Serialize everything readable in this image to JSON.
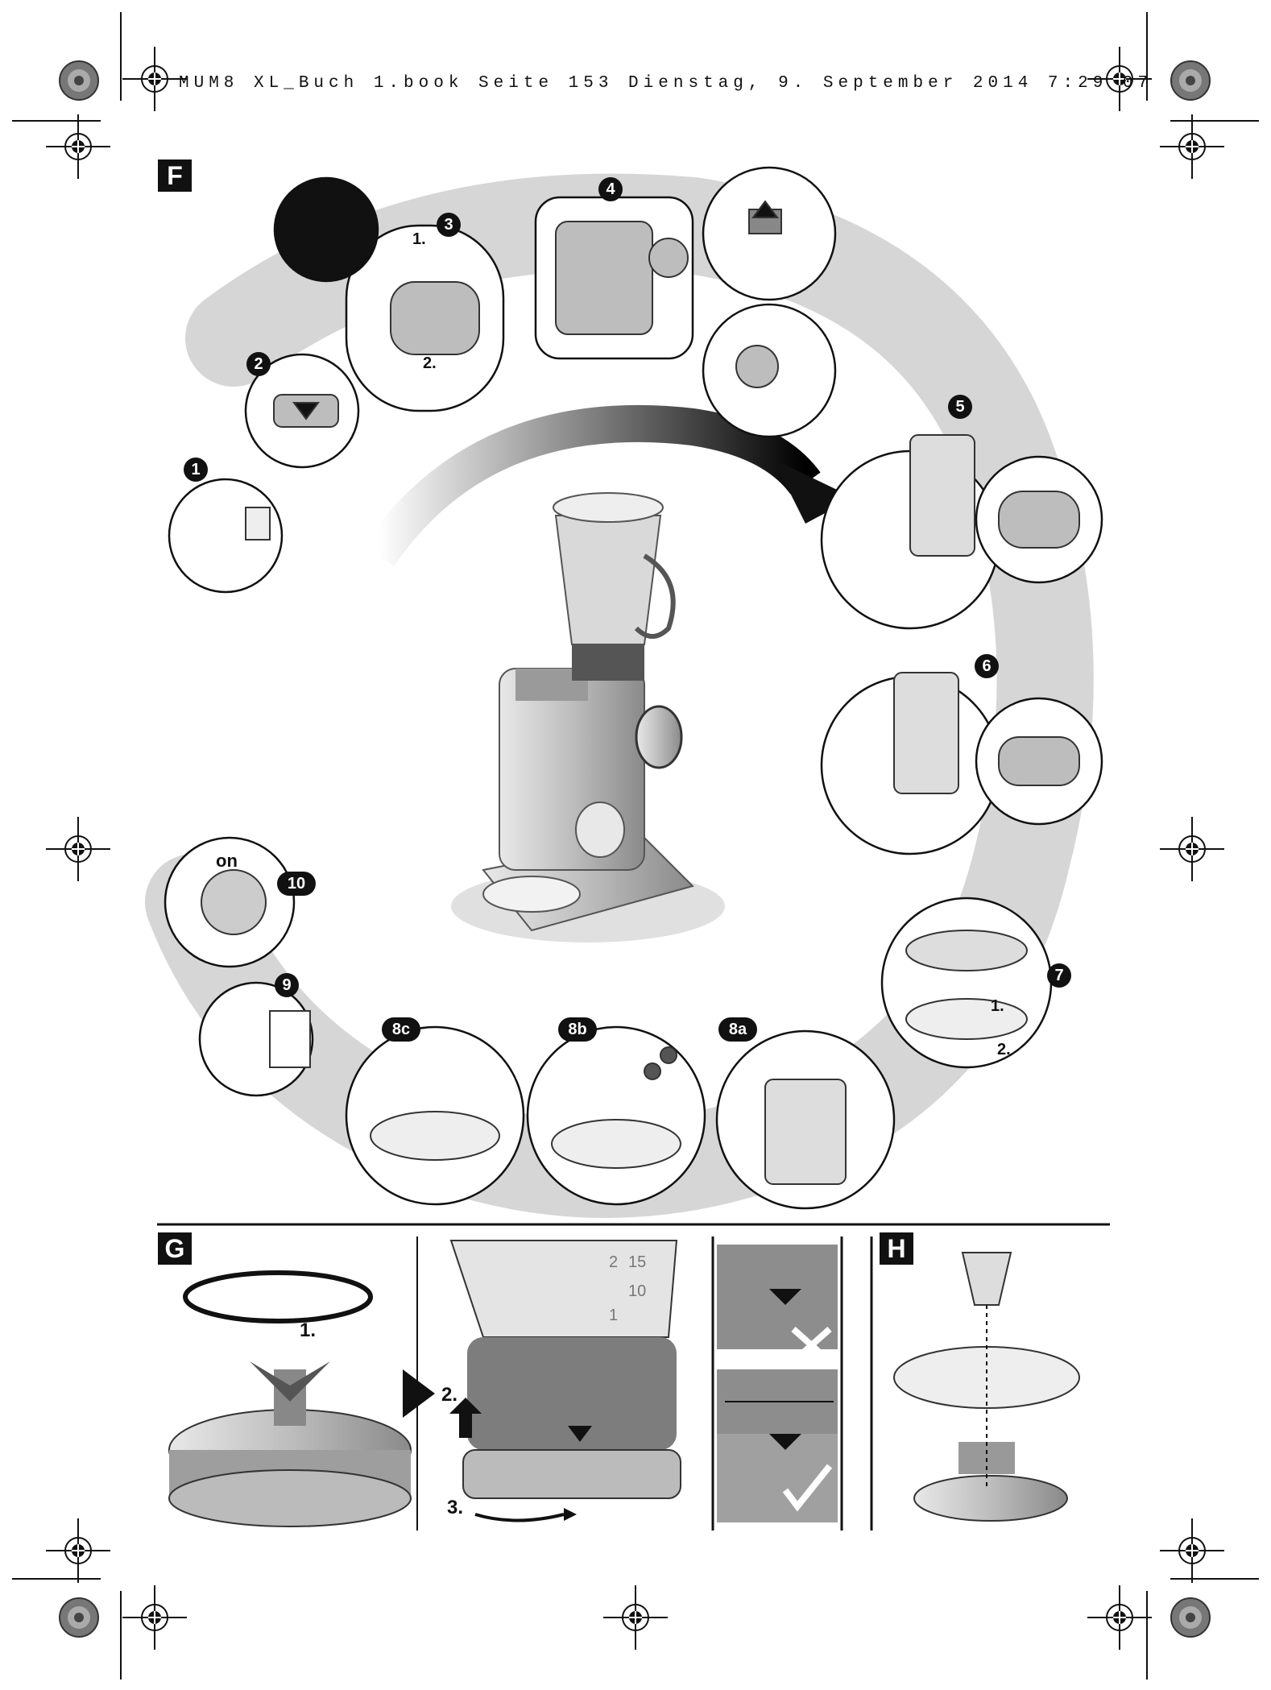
{
  "header": {
    "text": "MUM8 XL_Buch 1.book  Seite 153  Dienstag, 9. September 2014  7:29 07"
  },
  "sections": {
    "f": "F",
    "g": "G",
    "h": "H"
  },
  "steps": {
    "s1": "1",
    "s2": "2",
    "s3": "3",
    "s4": "4",
    "s5": "5",
    "s6": "6",
    "s7": "7",
    "s8a": "8a",
    "s8b": "8b",
    "s8c": "8c",
    "s9": "9",
    "s10": "10"
  },
  "labels": {
    "s3_first": "1.",
    "s3_second": "2.",
    "s7_first": "1.",
    "s7_second": "2.",
    "on": "on",
    "g_first": "1.",
    "g_second": "2.",
    "g_third": "3.",
    "scale_a": "2",
    "scale_b": "15",
    "scale_c": "10",
    "scale_d": "1"
  },
  "colors": {
    "ink": "#111111",
    "shadow_path": "#cfcfcf",
    "metal": "#bdbdbd",
    "panel": "#ffffff"
  },
  "icons": [
    "registration-mark",
    "color-wheel-mark",
    "arrow",
    "check-mark",
    "cross-mark"
  ]
}
